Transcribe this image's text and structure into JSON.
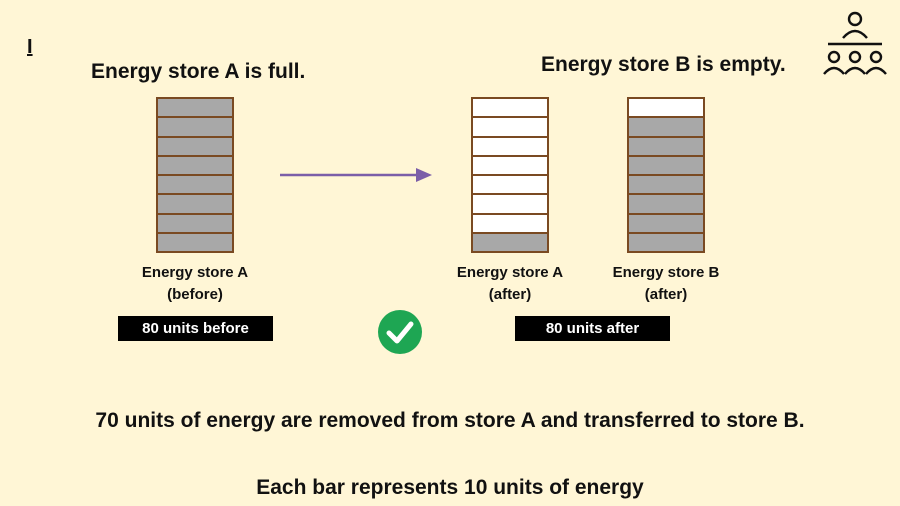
{
  "slide": {
    "marker": "I",
    "heading_a": "Energy store A is full.",
    "heading_b": "Energy store B is empty.",
    "stores": {
      "a_before": {
        "label_line1": "Energy store A",
        "label_line2": "(before)",
        "bars_total": 8,
        "bars_filled": 8
      },
      "a_after": {
        "label_line1": "Energy store A",
        "label_line2": "(after)",
        "bars_total": 8,
        "bars_filled": 1
      },
      "b_after": {
        "label_line1": "Energy store B",
        "label_line2": "(after)",
        "bars_total": 8,
        "bars_filled": 7
      }
    },
    "units_before": "80 units before",
    "units_after": "80 units after",
    "statement_transfer": "70 units of energy are removed from store A and transferred to store B.",
    "statement_bar": "Each bar represents 10 units of energy"
  },
  "colors": {
    "background": "#fff6d6",
    "bar_filled": "#a8a8a8",
    "bar_border": "#7a4a22",
    "arrow": "#7b5ea8",
    "check": "#1ea653"
  },
  "icons": {
    "group": "group-people-icon",
    "check": "check-circle-icon",
    "arrow": "arrow-right-icon"
  }
}
